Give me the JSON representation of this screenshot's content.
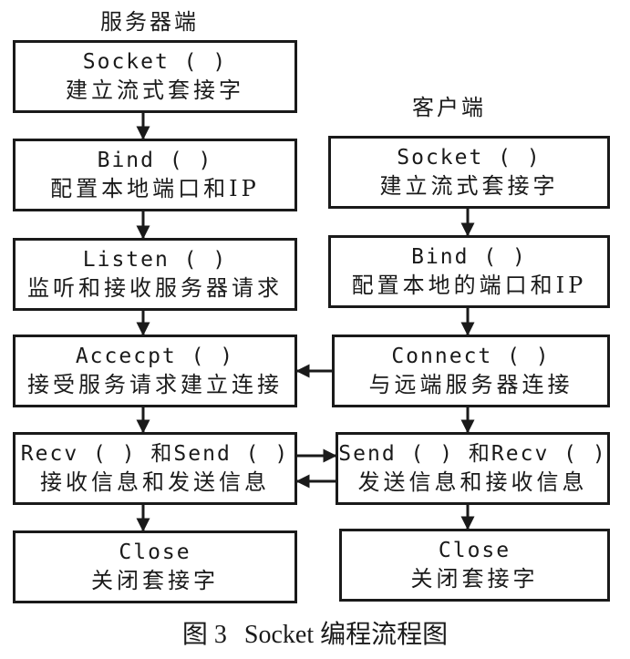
{
  "diagram": {
    "server_header": "服务器端",
    "client_header": "客户端",
    "server_steps": [
      {
        "id": "s-socket",
        "func": "Socket ( )",
        "desc": "建立流式套接字"
      },
      {
        "id": "s-bind",
        "func": "Bind ( )",
        "desc": "配置本地端口和IP"
      },
      {
        "id": "s-listen",
        "func": "Listen ( )",
        "desc": "监听和接收服务器请求"
      },
      {
        "id": "s-accept",
        "func": "Accecpt ( )",
        "desc": "接受服务请求建立连接"
      },
      {
        "id": "s-recvsend",
        "func": "Recv ( ) 和Send ( )",
        "desc": "接收信息和发送信息"
      },
      {
        "id": "s-close",
        "func": "Close",
        "desc": "关闭套接字"
      }
    ],
    "client_steps": [
      {
        "id": "c-socket",
        "func": "Socket ( )",
        "desc": "建立流式套接字"
      },
      {
        "id": "c-bind",
        "func": "Bind ( )",
        "desc": "配置本地的端口和IP"
      },
      {
        "id": "c-connect",
        "func": "Connect ( )",
        "desc": "与远端服务器连接"
      },
      {
        "id": "c-sendrecv",
        "func": "Send ( ) 和Recv ( )",
        "desc": "发送信息和接收信息"
      },
      {
        "id": "c-close",
        "func": "Close",
        "desc": "关闭套接字"
      }
    ],
    "edges": [
      {
        "from": "s-socket",
        "to": "s-bind"
      },
      {
        "from": "s-bind",
        "to": "s-listen"
      },
      {
        "from": "s-listen",
        "to": "s-accept"
      },
      {
        "from": "s-accept",
        "to": "s-recvsend"
      },
      {
        "from": "s-recvsend",
        "to": "s-close"
      },
      {
        "from": "c-socket",
        "to": "c-bind"
      },
      {
        "from": "c-bind",
        "to": "c-connect"
      },
      {
        "from": "c-connect",
        "to": "c-sendrecv"
      },
      {
        "from": "c-sendrecv",
        "to": "c-close"
      },
      {
        "from": "c-connect",
        "to": "s-accept"
      },
      {
        "from": "s-recvsend",
        "to": "c-sendrecv"
      },
      {
        "from": "c-sendrecv",
        "to": "s-recvsend"
      }
    ],
    "caption": {
      "figure_label": "图 3",
      "title": "Socket 编程流程图"
    }
  }
}
